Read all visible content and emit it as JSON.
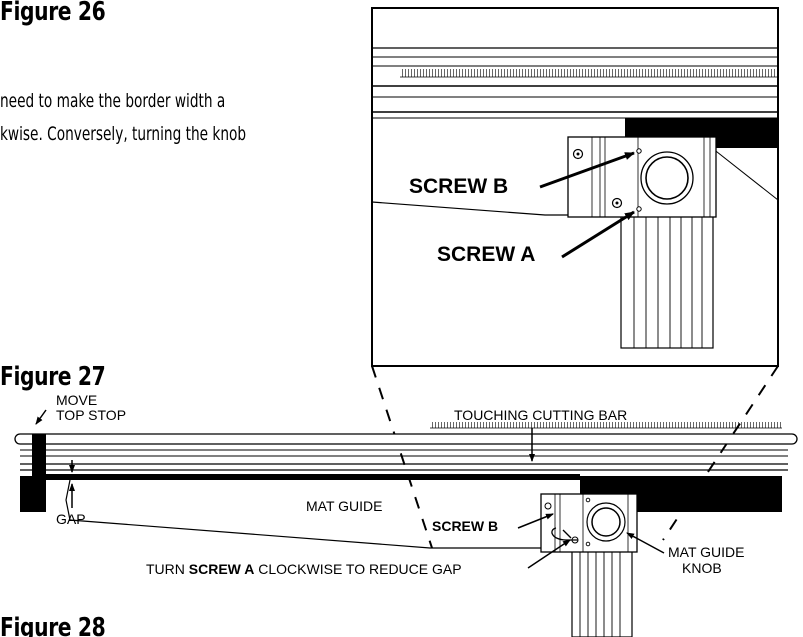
{
  "figure_26": {
    "heading": "Figure 26",
    "body_line_1": "need to make the border width a",
    "body_line_2": "kwise. Conversely, turning the knob"
  },
  "inset": {
    "screw_b_label": "SCREW B",
    "screw_a_label": "SCREW A"
  },
  "figure_27": {
    "heading": "Figure 27",
    "move_top_stop_line_1": "MOVE",
    "move_top_stop_line_2": "TOP STOP",
    "touching_cutting_bar": "TOUCHING CUTTING BAR",
    "gap": "GAP",
    "mat_guide": "MAT GUIDE",
    "screw_b": "SCREW B",
    "turn_prefix": "TURN ",
    "turn_screw": "SCREW A",
    "turn_suffix": " CLOCKWISE TO REDUCE GAP",
    "mat_guide_knob_line_1": "MAT GUIDE",
    "mat_guide_knob_line_2": "KNOB"
  },
  "figure_28": {
    "heading": "Figure 28"
  }
}
